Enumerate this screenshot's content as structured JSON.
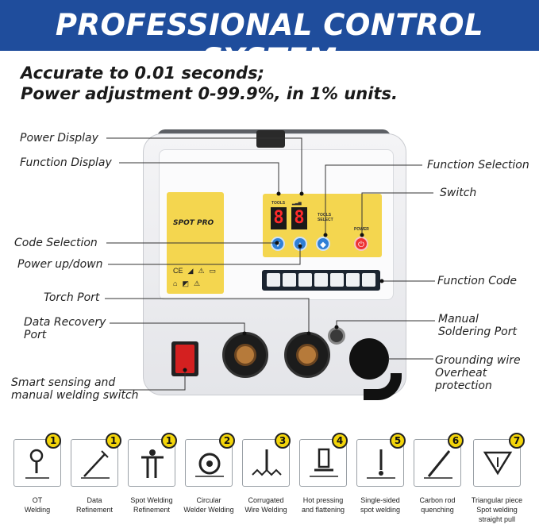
{
  "banner": {
    "title": "PROFESSIONAL CONTROL SYSTEM"
  },
  "tagline": {
    "line1": "Accurate to 0.01 seconds;",
    "line2": "Power adjustment 0-99.9%, in 1% units."
  },
  "device": {
    "brand": "SPOT PRO",
    "display_left": "8",
    "display_right": "8",
    "tools_label": "TOOLS",
    "tools_select_label": "TOOLS SELECT",
    "power_label": "POWER",
    "cert_row1": [
      "CE",
      "◢",
      "⚠",
      "▭"
    ],
    "cert_row2": [
      "⌂",
      "◩",
      "⚠"
    ]
  },
  "callouts": {
    "power_display": "Power Display",
    "function_display": "Function Display",
    "function_selection": "Function Selection",
    "switch": "Switch",
    "code_selection": "Code Selection",
    "power_updown": "Power up/down",
    "function_code": "Function Code",
    "torch_port": "Torch Port",
    "data_recovery_1": "Data Recovery",
    "data_recovery_2": "Port",
    "manual_soldering_1": "Manual",
    "manual_soldering_2": "Soldering Port",
    "grounding_1": "Grounding wire",
    "grounding_2": "Overheat",
    "grounding_3": "protection",
    "smart_sensing_1": "Smart sensing and",
    "smart_sensing_2": "manual welding switch"
  },
  "modes": [
    {
      "badge": "1",
      "cap1": "OT",
      "cap2": "Welding",
      "icon": "ot-welding-icon"
    },
    {
      "badge": "1",
      "cap1": "Data",
      "cap2": "Refinement",
      "icon": "data-refinement-icon"
    },
    {
      "badge": "1",
      "cap1": "Spot Welding",
      "cap2": "Refinement",
      "icon": "spot-welding-refinement-icon"
    },
    {
      "badge": "2",
      "cap1": "Circular",
      "cap2": "Welder Welding",
      "icon": "circular-welding-icon"
    },
    {
      "badge": "3",
      "cap1": "Corrugated",
      "cap2": "Wire Welding",
      "icon": "corrugated-wire-icon"
    },
    {
      "badge": "4",
      "cap1": "Hot pressing",
      "cap2": "and flattening",
      "icon": "hot-pressing-icon"
    },
    {
      "badge": "5",
      "cap1": "Single-sided",
      "cap2": "spot welding",
      "icon": "single-sided-spot-icon"
    },
    {
      "badge": "6",
      "cap1": "Carbon rod",
      "cap2": "quenching",
      "icon": "carbon-rod-icon"
    },
    {
      "badge": "7",
      "cap1": "Triangular piece",
      "cap2": "Spot welding",
      "cap3": "straight pull",
      "icon": "triangular-piece-icon"
    }
  ]
}
